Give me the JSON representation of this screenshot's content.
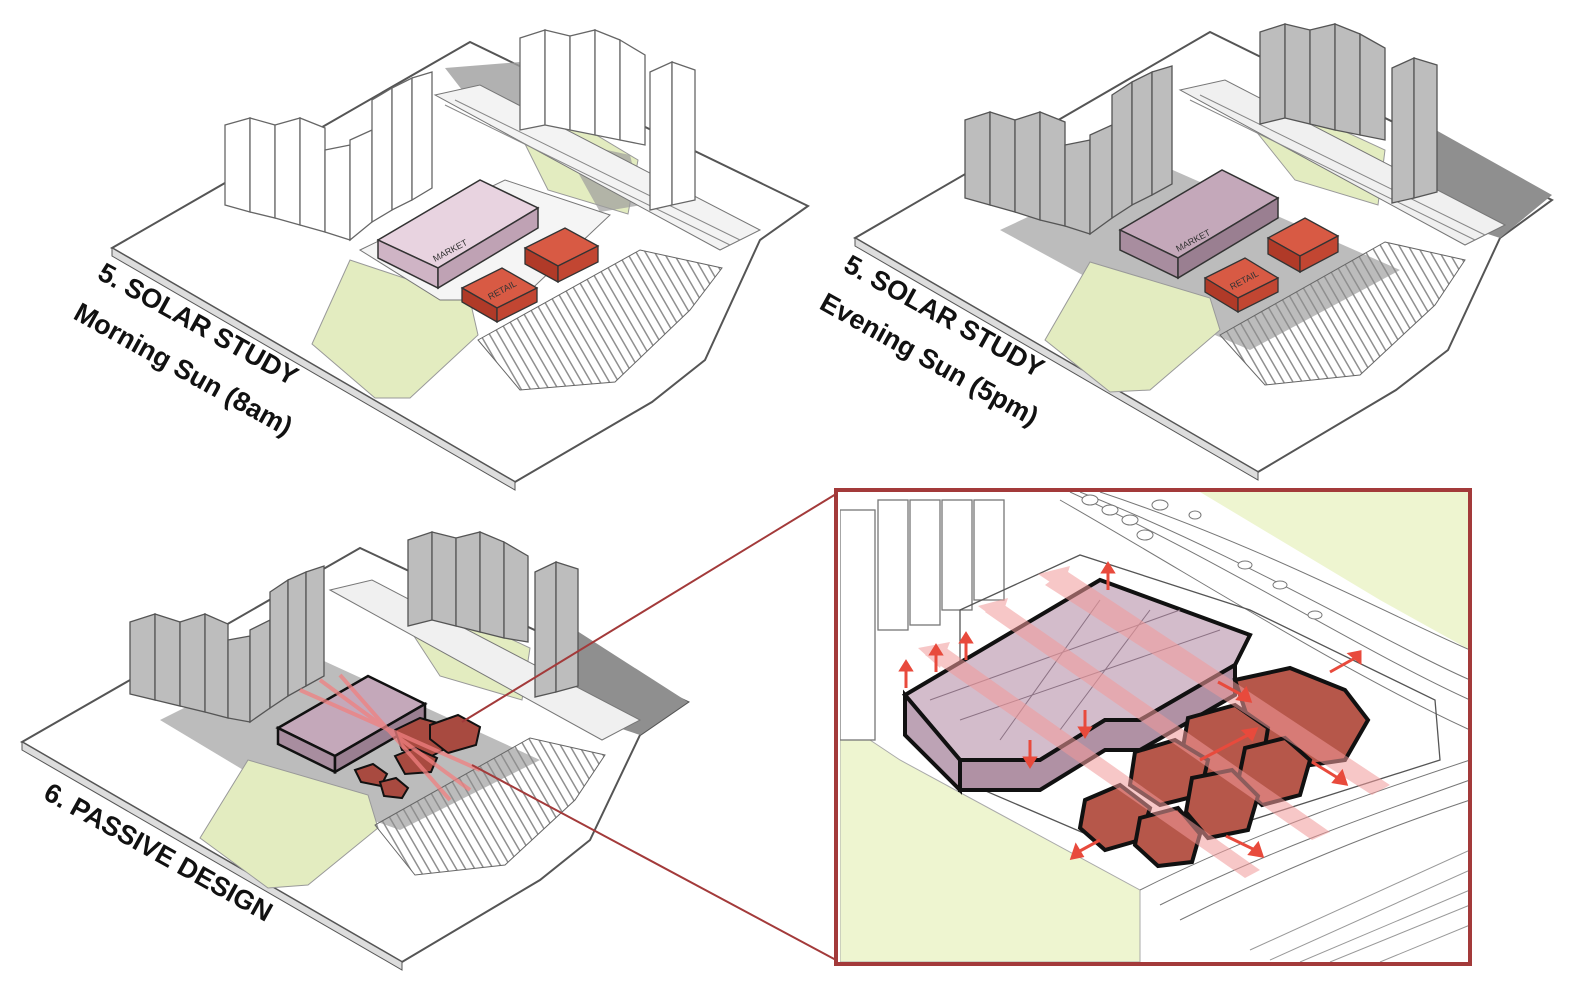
{
  "panels": {
    "morning": {
      "title": "5. SOLAR STUDY",
      "subtitle": "Morning Sun (8am)",
      "market_label": "MARKET",
      "retail_label": "RETAIL"
    },
    "evening": {
      "title": "5. SOLAR STUDY",
      "subtitle": "Evening Sun (5pm)",
      "market_label": "MARKET",
      "retail_label": "RETAIL"
    },
    "passive": {
      "title": "6. PASSIVE DESIGN"
    }
  },
  "colors": {
    "market": "#dcc2d3",
    "retail": "#c9432f",
    "green": "#e3ecc0",
    "shadow": "#9a9a9a",
    "frame": "#a33a3a",
    "arrow": "#f07070"
  }
}
